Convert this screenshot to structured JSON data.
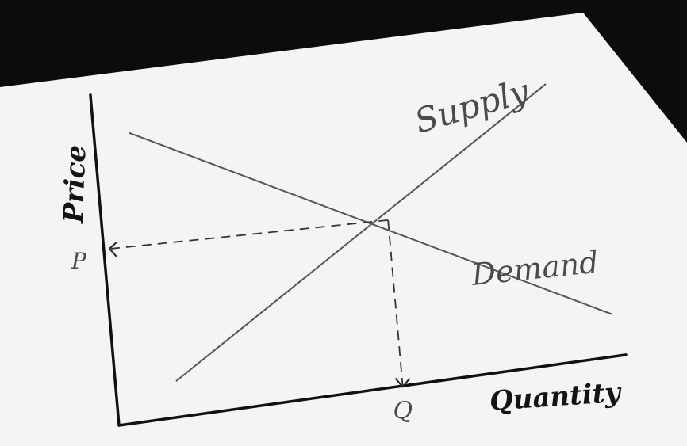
{
  "chart_data": {
    "type": "line",
    "title": "",
    "xlabel": "Quantity",
    "ylabel": "Price",
    "grid": false,
    "legend": "none",
    "xlim": [
      0,
      10
    ],
    "ylim": [
      0,
      10
    ],
    "series": [
      {
        "name": "Supply",
        "x": [
          1.2,
          8.9
        ],
        "y": [
          1.2,
          9.2
        ]
      },
      {
        "name": "Demand",
        "x": [
          0.7,
          9.8
        ],
        "y": [
          9.0,
          1.9
        ]
      }
    ],
    "equilibrium": {
      "x": 5.6,
      "y": 5.5
    },
    "annotations": {
      "price_marker": "P",
      "quantity_marker": "Q"
    }
  },
  "colors": {
    "background": "#0c0c0c",
    "paper": "#f4f4f4",
    "axis": "#111111",
    "curve": "#555555"
  }
}
